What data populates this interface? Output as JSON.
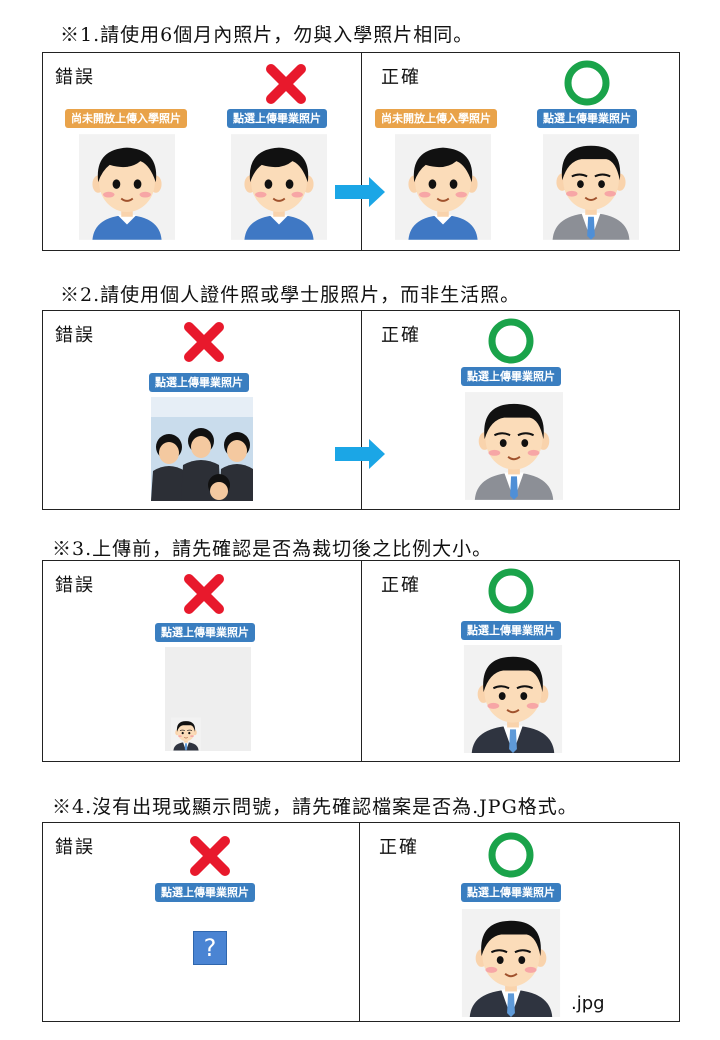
{
  "sections": [
    {
      "heading": "※1.請使用6個月內照片，勿與入學照片相同。",
      "wrong": "錯誤",
      "right": "正確",
      "btn_admission": "尚未開放上傳入學照片",
      "btn_graduation": "點選上傳畢業照片"
    },
    {
      "heading": "※2.請使用個人證件照或學士服照片，而非生活照。",
      "wrong": "錯誤",
      "right": "正確",
      "btn_graduation": "點選上傳畢業照片"
    },
    {
      "heading": "※3.上傳前，請先確認是否為裁切後之比例大小。",
      "wrong": "錯誤",
      "right": "正確",
      "btn_graduation": "點選上傳畢業照片"
    },
    {
      "heading": "※4.沒有出現或顯示問號，請先確認檔案是否為.JPG格式。",
      "wrong": "錯誤",
      "right": "正確",
      "btn_graduation": "點選上傳畢業照片",
      "question_mark": "?",
      "extension": ".jpg"
    }
  ],
  "colors": {
    "cross": "#e8192c",
    "circle": "#1aa34a",
    "arrow": "#1ba6e6",
    "btn_blue": "#3a7ec0",
    "btn_orange": "#e9a34a"
  }
}
